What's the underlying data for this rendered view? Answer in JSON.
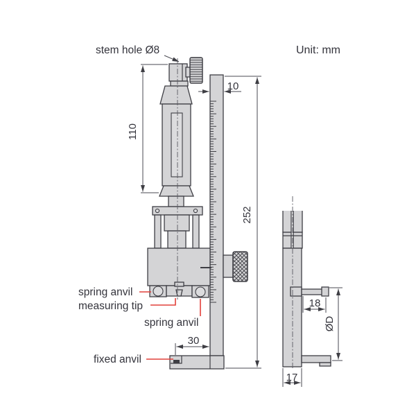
{
  "drawing": {
    "unit_label": "Unit: mm",
    "part_labels": {
      "stem_hole": "stem hole Ø8",
      "spring_anvil_left": "spring anvil",
      "measuring_tip": "measuring tip",
      "spring_anvil_right": "spring anvil",
      "fixed_anvil": "fixed anvil"
    },
    "dimensions": {
      "stem_to_base": "110",
      "beam_width": "10",
      "beam_length": "252",
      "base_reach": "30",
      "arm_length": "18",
      "measuring_diameter": "ØD",
      "base_thickness": "17"
    },
    "colors": {
      "part_fill": "#d4d4d6",
      "part_outline": "#3e3e44",
      "dimension_line": "#4a4a52",
      "text": "#34343c",
      "leader_red": "#e2403a",
      "background": "#ffffff"
    }
  }
}
